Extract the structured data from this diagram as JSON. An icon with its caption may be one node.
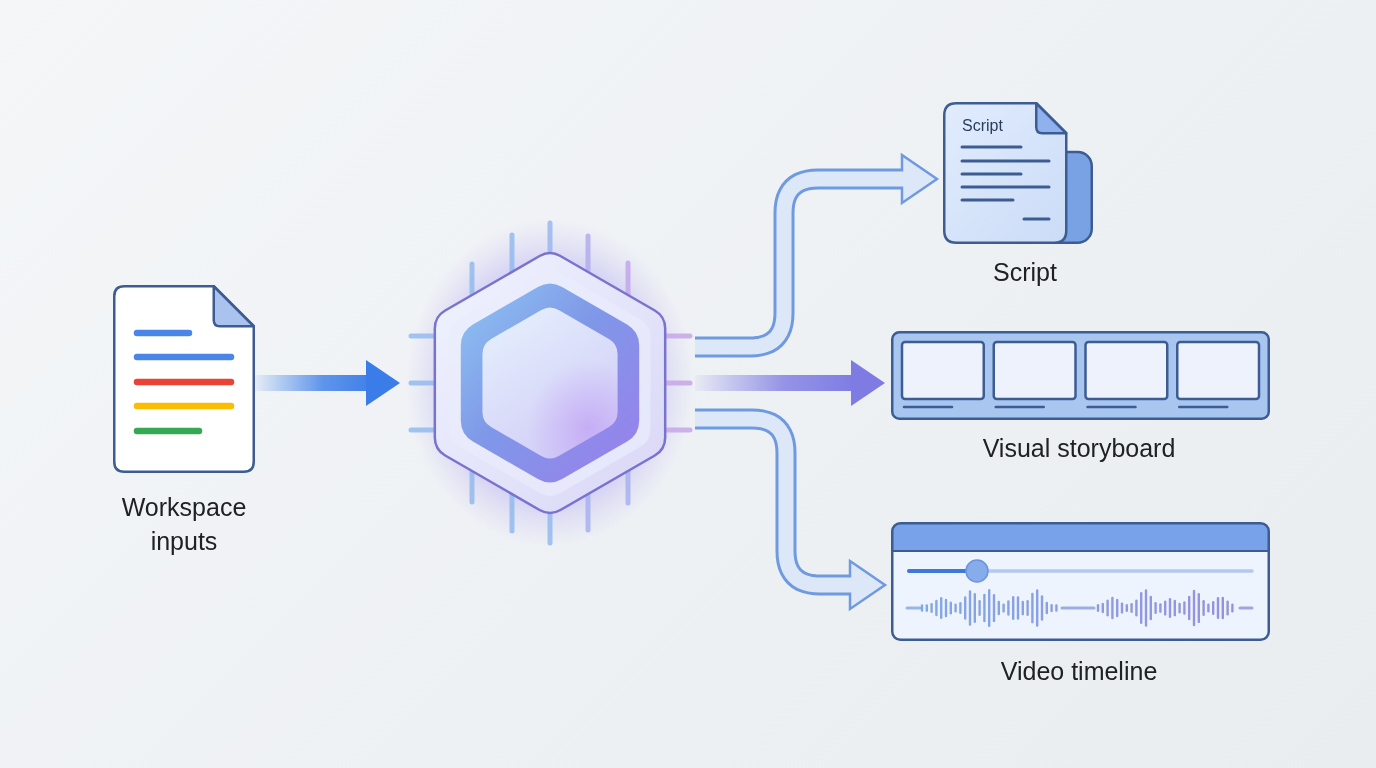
{
  "diagram": {
    "nodes": [
      {
        "text": [],
        "shape": "document",
        "beside": [
          "Workspace inputs"
        ]
      },
      {
        "text": [],
        "shape": "hexagon"
      },
      {
        "text": [
          "Script"
        ],
        "beside": [
          "Script"
        ]
      },
      {
        "text": [],
        "shape": "box",
        "beside": [
          "Visual storyboard"
        ]
      },
      {
        "text": [],
        "shape": "box",
        "beside": [
          "Video timeline"
        ]
      }
    ],
    "edges": [
      {
        "from": 0,
        "to": 1,
        "arrow": "to",
        "style": "thick",
        "color": "#3b7de8"
      },
      {
        "from": 1,
        "to": 2,
        "arrow": "to"
      },
      {
        "from": 1,
        "to": 3,
        "arrow": "to",
        "style": "thick",
        "color": "#7e7ce3"
      },
      {
        "from": 1,
        "to": 4,
        "arrow": "to"
      }
    ]
  }
}
